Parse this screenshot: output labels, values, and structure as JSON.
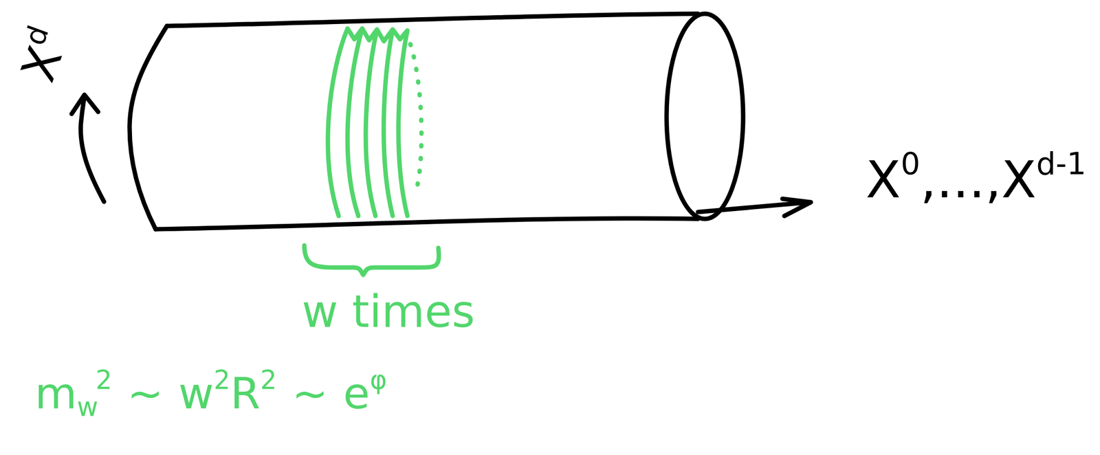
{
  "diagram": {
    "labels": [
      "X",
      "d",
      "X",
      "0",
      ",...,",
      "X",
      "d-1",
      "w times",
      "m",
      "w",
      "2",
      "~",
      "w",
      "2",
      "R",
      "2",
      "~",
      "e",
      "φ"
    ]
  }
}
